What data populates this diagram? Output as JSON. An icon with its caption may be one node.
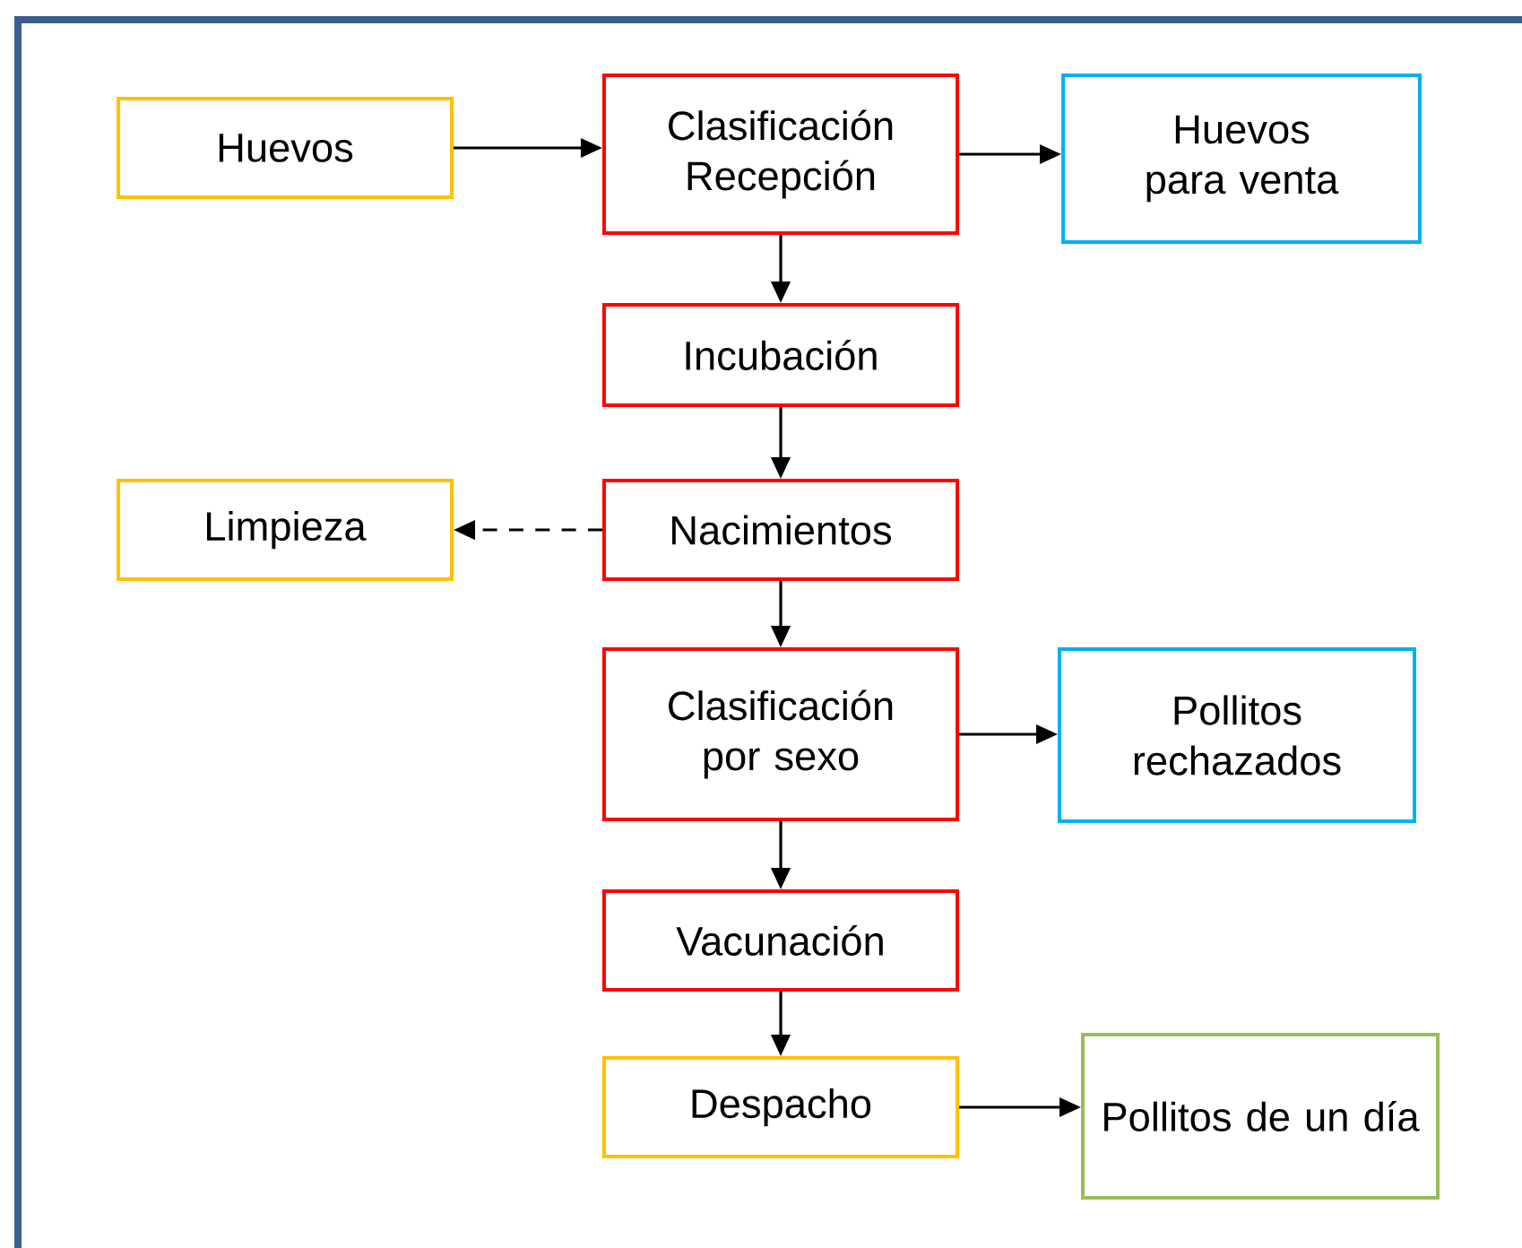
{
  "diagram": {
    "nodes": [
      {
        "text": [
          "Huevos"
        ]
      },
      {
        "text": [
          "Clasificación Recepción"
        ]
      },
      {
        "text": [
          "Huevos para venta"
        ]
      },
      {
        "text": [
          "Incubación"
        ]
      },
      {
        "text": [
          "Limpieza"
        ]
      },
      {
        "text": [
          "Nacimientos"
        ]
      },
      {
        "text": [
          "Clasificación por sexo"
        ]
      },
      {
        "text": [
          "Pollitos rechazados"
        ]
      },
      {
        "text": [
          "Vacunación"
        ]
      },
      {
        "text": [
          "Despacho"
        ]
      },
      {
        "text": [
          "Pollitos de un día"
        ]
      }
    ],
    "edges": [
      {
        "from": 0,
        "to": 1,
        "arrow": "to"
      },
      {
        "from": 1,
        "to": 2,
        "arrow": "to"
      },
      {
        "from": 1,
        "to": 3,
        "arrow": "to"
      },
      {
        "from": 3,
        "to": 5,
        "arrow": "to"
      },
      {
        "from": 5,
        "to": 4,
        "arrow": "to",
        "style": "dashed"
      },
      {
        "from": 5,
        "to": 6,
        "arrow": "to"
      },
      {
        "from": 6,
        "to": 7,
        "arrow": "to"
      },
      {
        "from": 6,
        "to": 8,
        "arrow": "to"
      },
      {
        "from": 8,
        "to": 9,
        "arrow": "to"
      },
      {
        "from": 9,
        "to": 10,
        "arrow": "to"
      }
    ]
  }
}
